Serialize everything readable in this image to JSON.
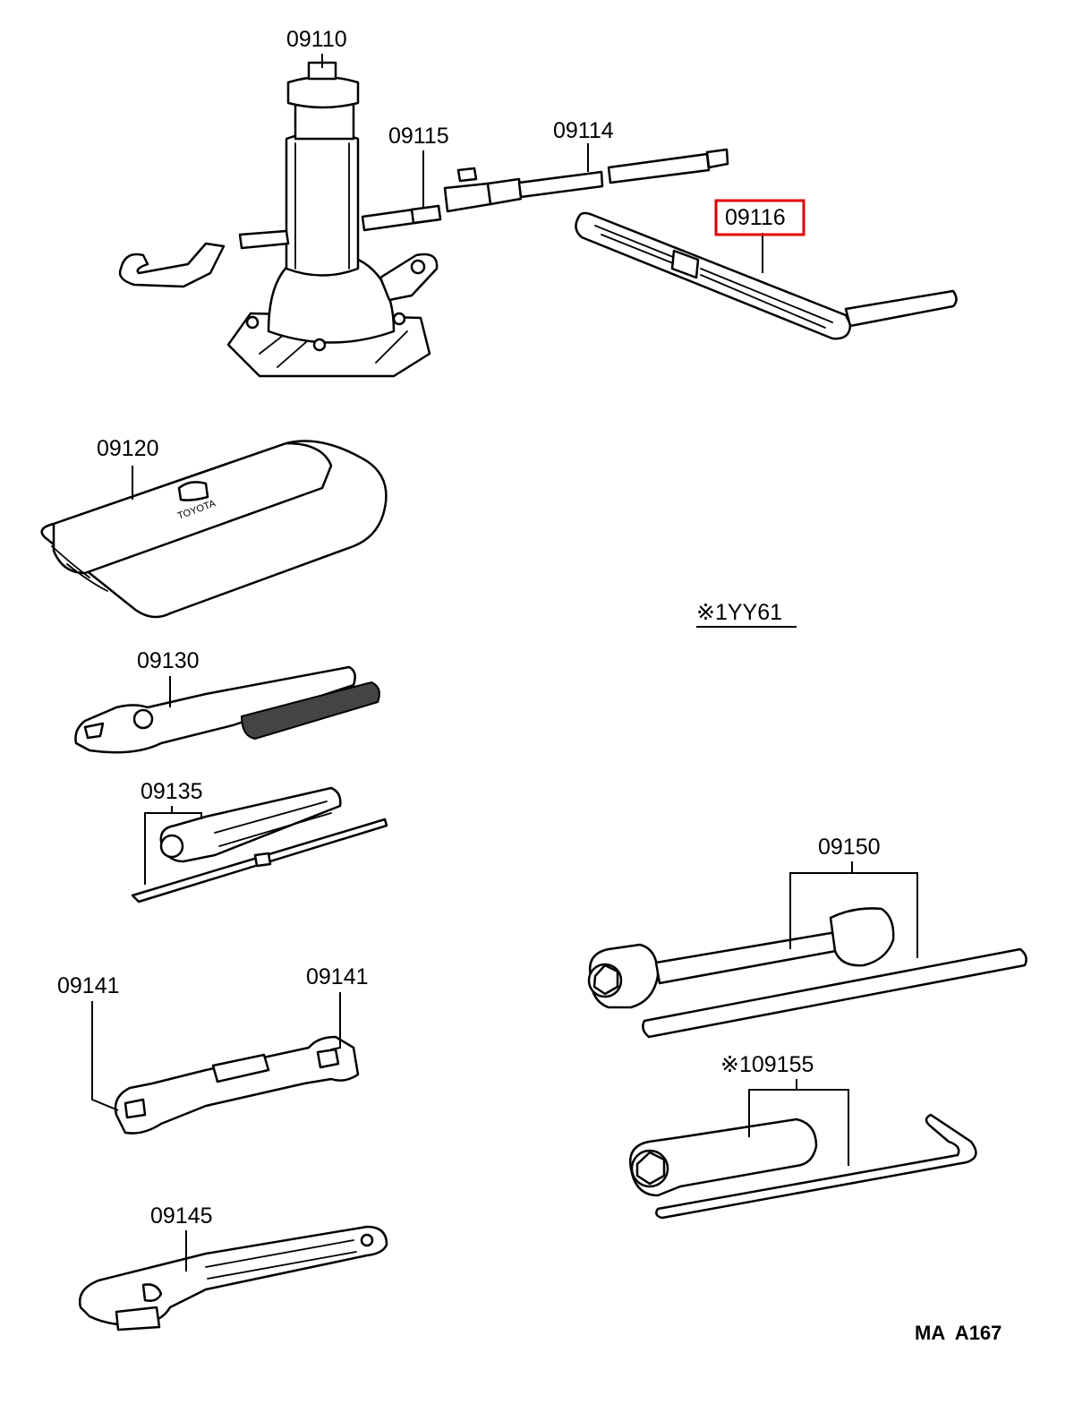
{
  "parts": {
    "p09110": "09110",
    "p09115": "09115",
    "p09114": "09114",
    "p09116": "09116",
    "p09120": "09120",
    "p09130": "09130",
    "p09135": "09135",
    "p09141_left": "09141",
    "p09141_right": "09141",
    "p09145": "09145",
    "p09150": "09150",
    "p09155": "※109155"
  },
  "highlighted_part": "09116",
  "highlight_color": "#e00000",
  "note": "※1YY61",
  "drawing_code": "MA  A167"
}
